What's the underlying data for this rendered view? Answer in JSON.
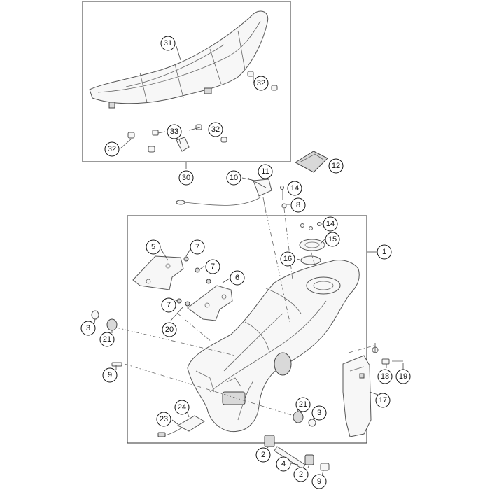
{
  "callouts": [
    "31",
    "32",
    "32",
    "33",
    "32",
    "30",
    "10",
    "11",
    "12",
    "14",
    "8",
    "14",
    "15",
    "16",
    "1",
    "5",
    "7",
    "7",
    "6",
    "7",
    "20",
    "3",
    "21",
    "9",
    "21",
    "3",
    "2",
    "4",
    "2",
    "9",
    "24",
    "23",
    "17",
    "18",
    "19"
  ]
}
